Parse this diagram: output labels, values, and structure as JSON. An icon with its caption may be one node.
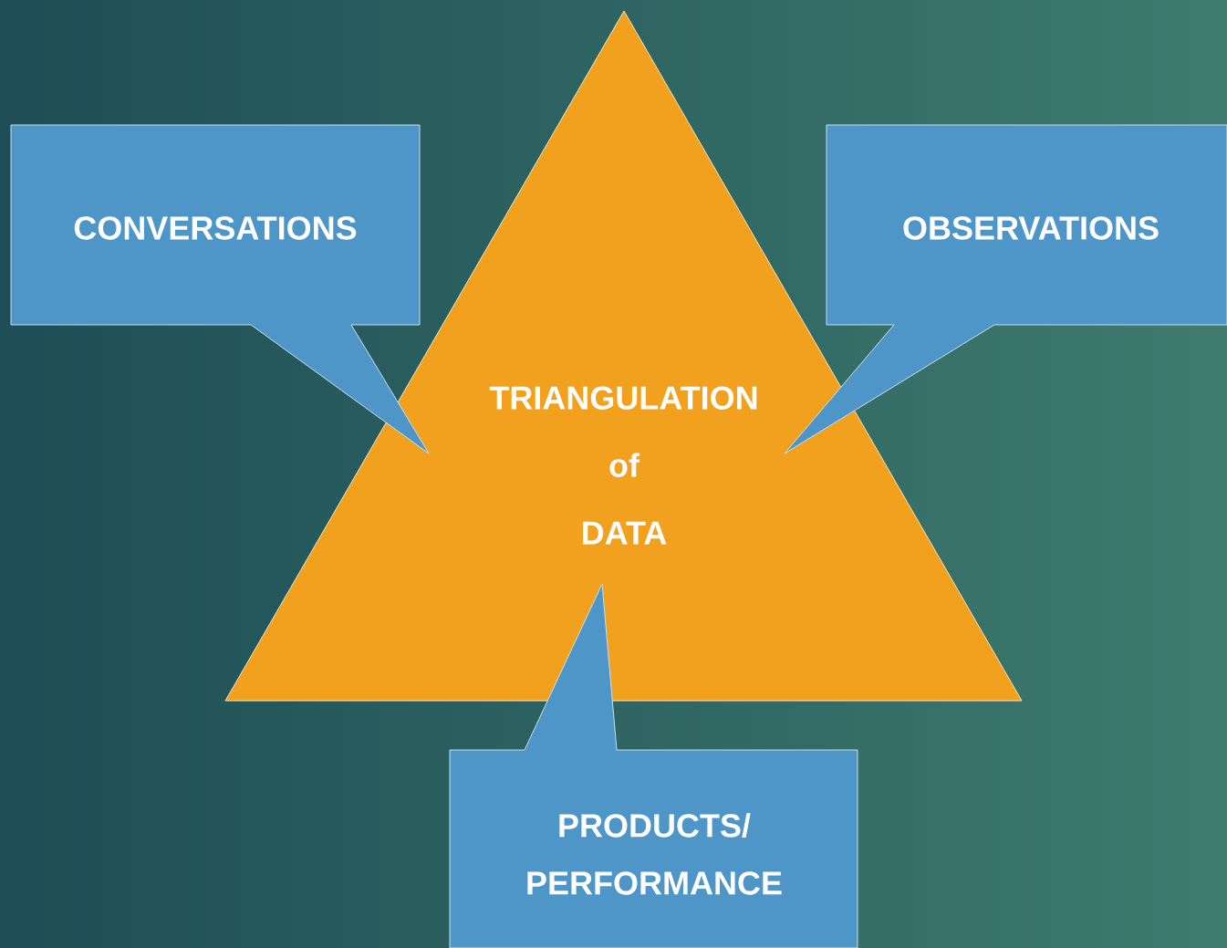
{
  "diagram": {
    "nodes": [
      {
        "text": [
          "TRIANGULATION of DATA"
        ]
      },
      {
        "text": [
          "CONVERSATIONS"
        ]
      },
      {
        "text": [
          "OBSERVATIONS"
        ]
      },
      {
        "text": [
          "PRODUCTS/ PERFORMANCE"
        ]
      }
    ]
  }
}
